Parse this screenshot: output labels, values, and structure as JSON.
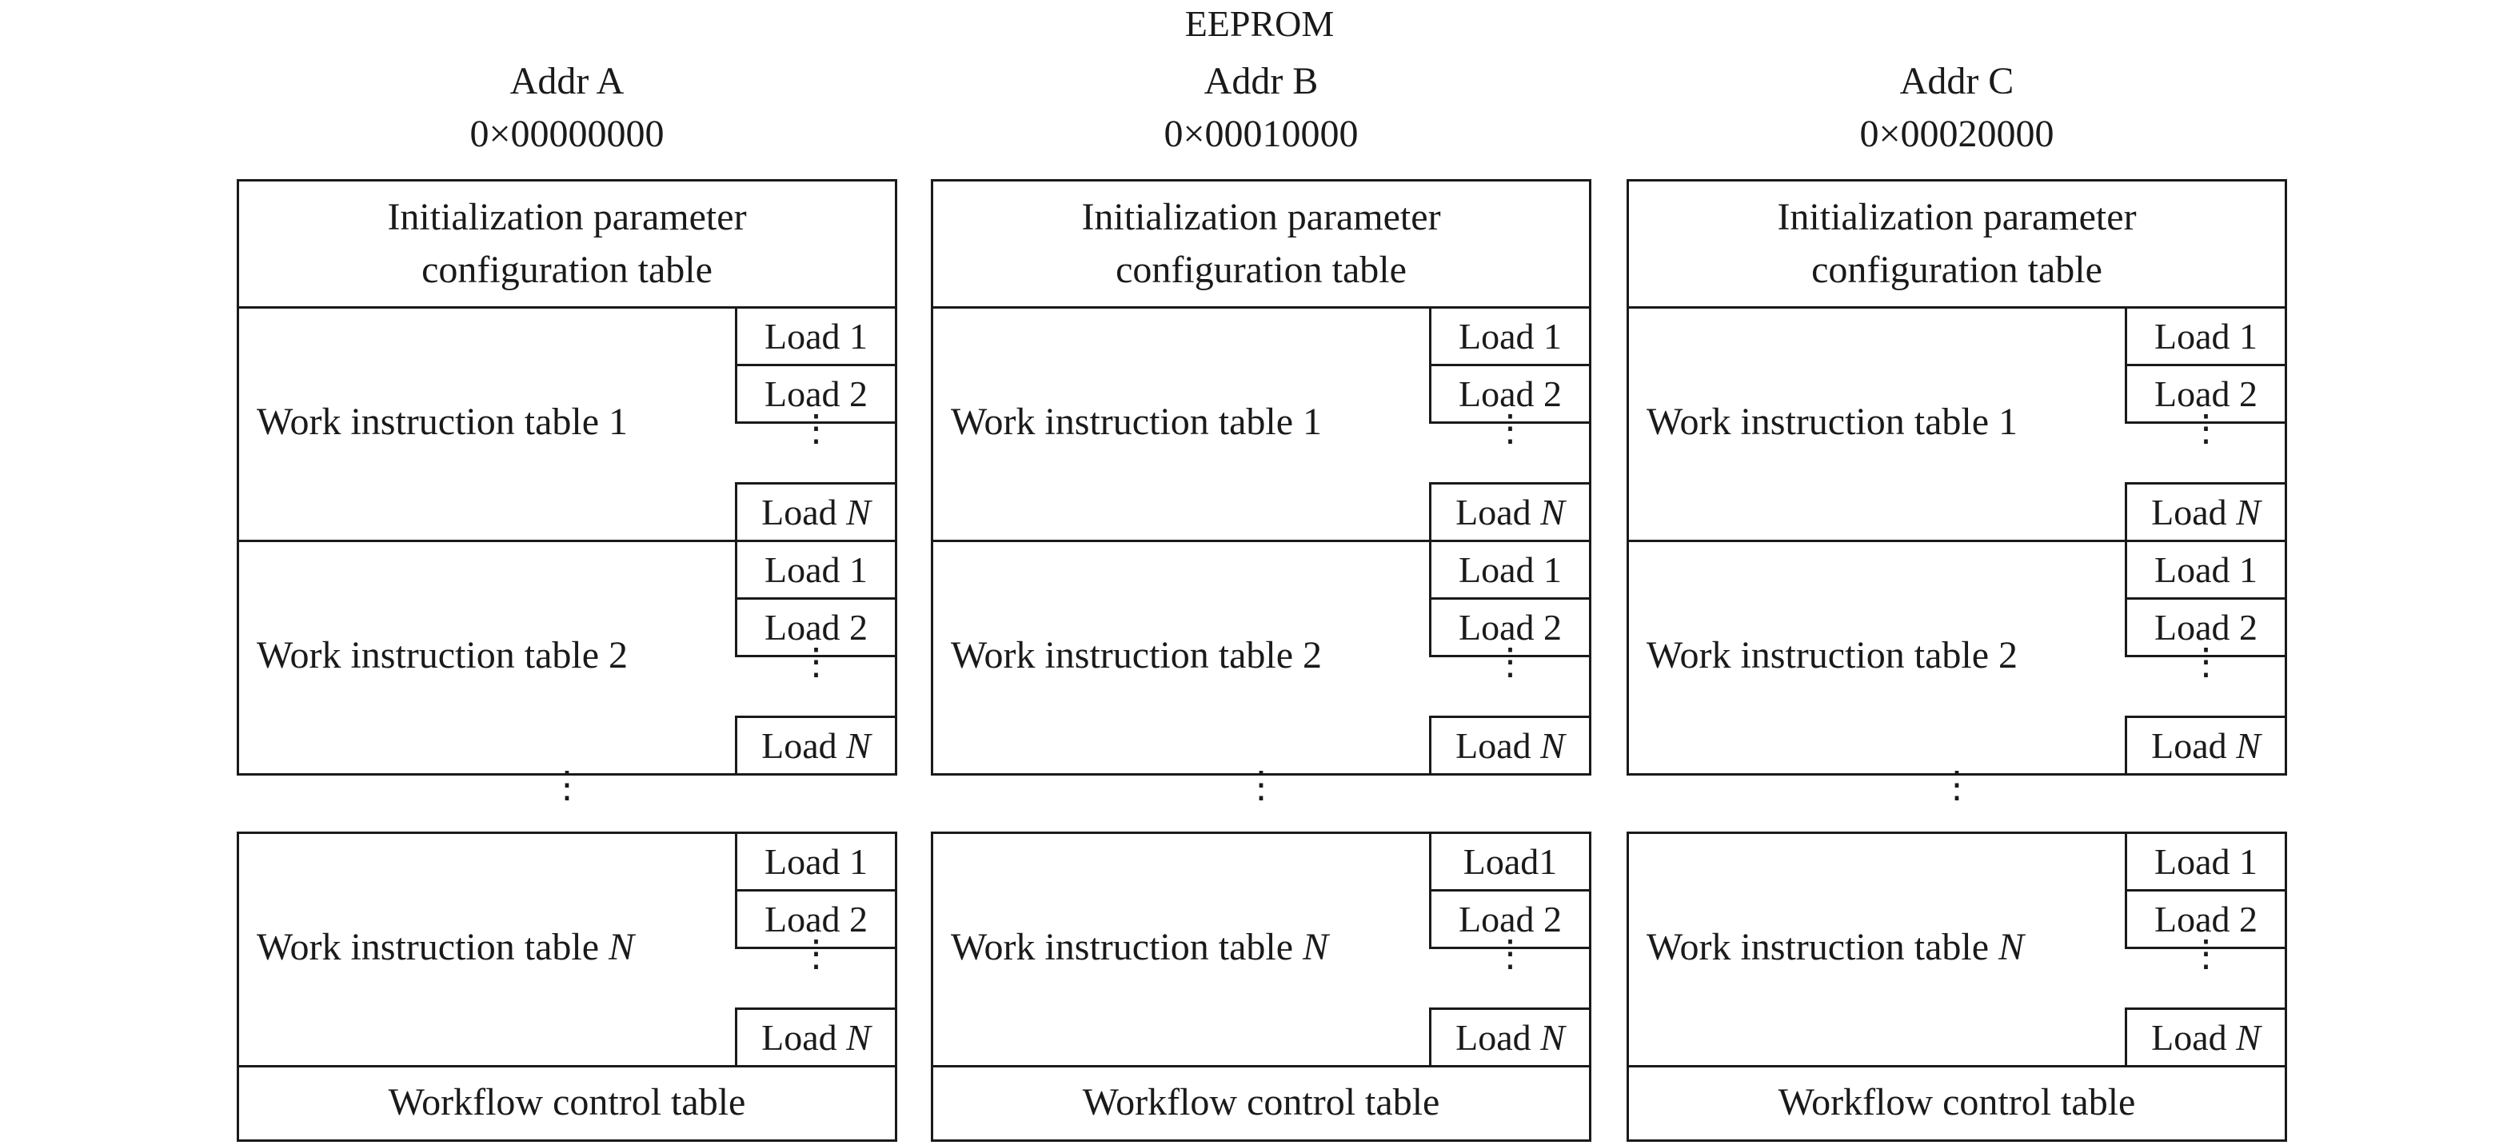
{
  "title": "EEPROM",
  "columns": [
    {
      "addr_name": "Addr A",
      "addr_value": "0×00000000",
      "init_table_line1": "Initialization parameter",
      "init_table_line2": "configuration table",
      "tables": [
        {
          "label": "Work instruction table 1",
          "loads": [
            "Load 1",
            "Load 2",
            "Load N"
          ]
        },
        {
          "label": "Work instruction table 2",
          "loads": [
            "Load 1",
            "Load 2",
            "Load N"
          ]
        },
        {
          "label": "Work instruction table N",
          "loads": [
            "Load 1",
            "Load 2",
            "Load N"
          ]
        }
      ],
      "workflow": "Workflow control table"
    },
    {
      "addr_name": "Addr B",
      "addr_value": "0×00010000",
      "init_table_line1": "Initialization parameter",
      "init_table_line2": "configuration table",
      "tables": [
        {
          "label": "Work instruction table 1",
          "loads": [
            "Load 1",
            "Load 2",
            "Load N"
          ]
        },
        {
          "label": "Work instruction table 2",
          "loads": [
            "Load 1",
            "Load 2",
            "Load N"
          ]
        },
        {
          "label": "Work instruction table N",
          "loads": [
            "Load1",
            "Load  2",
            "Load N"
          ]
        }
      ],
      "workflow": "Workflow control table"
    },
    {
      "addr_name": "Addr C",
      "addr_value": "0×00020000",
      "init_table_line1": "Initialization parameter",
      "init_table_line2": "configuration table",
      "tables": [
        {
          "label": "Work instruction table 1",
          "loads": [
            "Load 1",
            "Load 2",
            "Load N"
          ]
        },
        {
          "label": "Work instruction table 2",
          "loads": [
            "Load 1",
            "Load 2",
            "Load N"
          ]
        },
        {
          "label": "Work instruction table N",
          "loads": [
            "Load 1",
            "Load 2",
            "Load N"
          ]
        }
      ],
      "workflow": "Workflow control table"
    }
  ],
  "ellipsis": "⋮"
}
